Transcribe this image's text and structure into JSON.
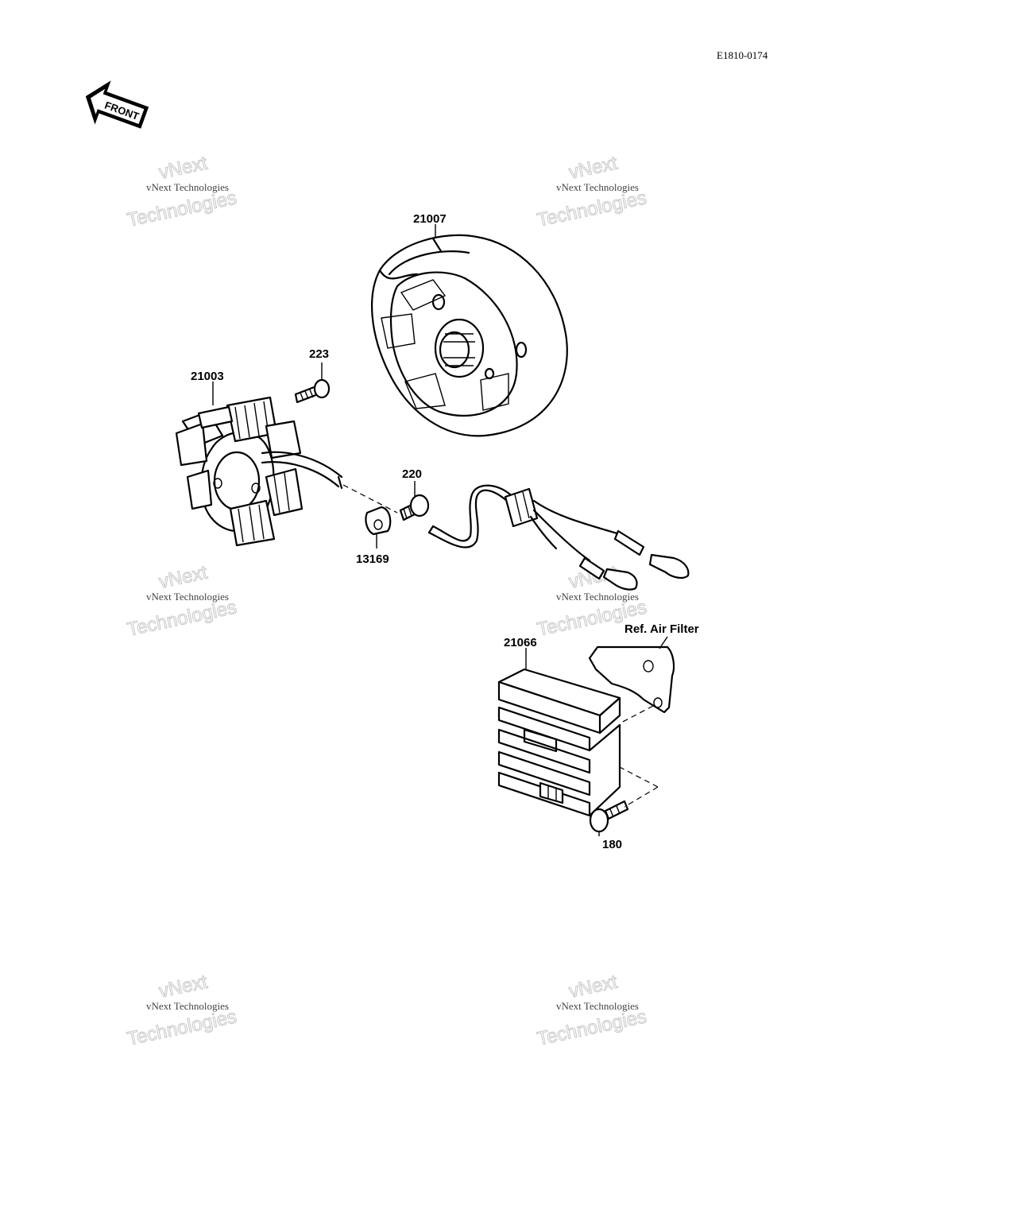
{
  "diagram_ref": "E1810-0174",
  "front_arrow": {
    "label": "FRONT",
    "icon": "front-arrow-icon"
  },
  "callouts": {
    "flywheel": "21007",
    "screw_top": "223",
    "stator": "21003",
    "bolt_mid": "220",
    "plate": "13169",
    "regulator": "21066",
    "ref_air_filter": "Ref. Air Filter",
    "bolt_bottom": "180"
  },
  "watermarks": [
    {
      "line1": "vNext",
      "line2": "vNext Technologies",
      "line3": "Technologies"
    },
    {
      "line1": "vNext",
      "line2": "vNext Technologies",
      "line3": "Technologies"
    },
    {
      "line1": "vNext",
      "line2": "vNext Technologies",
      "line3": "Technologies"
    },
    {
      "line1": "vNext",
      "line2": "vNext Technologies",
      "line3": "Technologies"
    },
    {
      "line1": "vNext",
      "line2": "vNext Technologies",
      "line3": "Technologies"
    },
    {
      "line1": "vNext",
      "line2": "vNext Technologies",
      "line3": "Technologies"
    }
  ]
}
